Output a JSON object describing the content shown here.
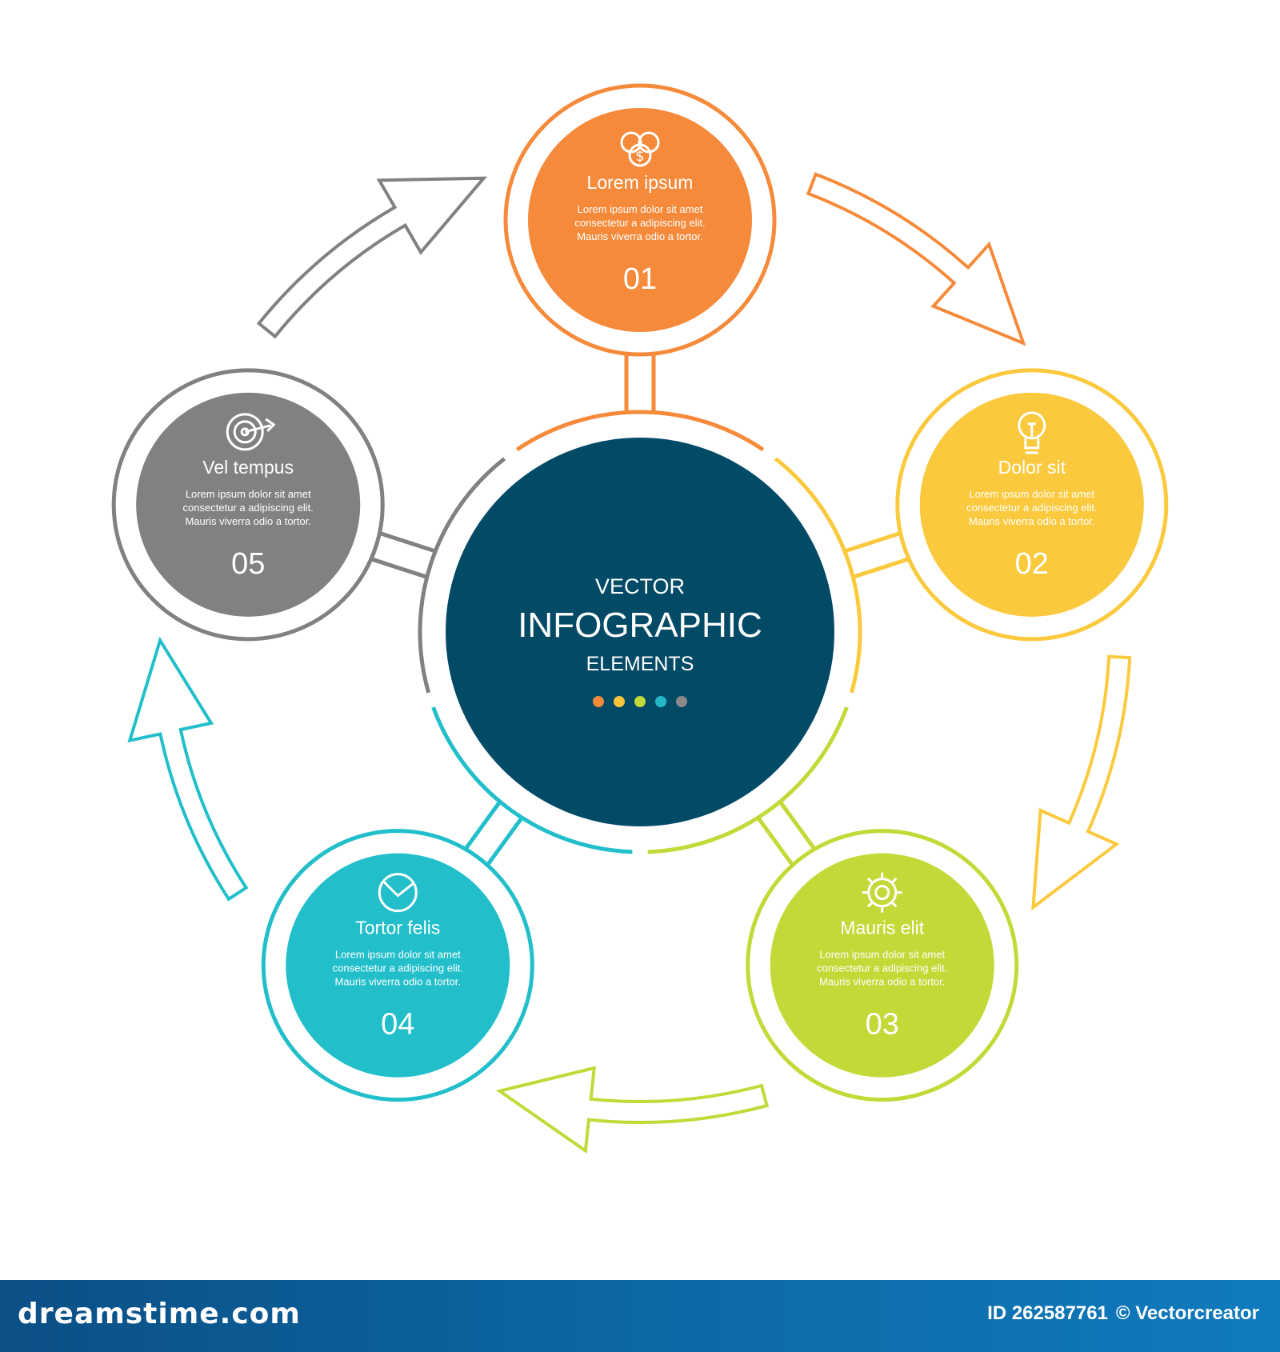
{
  "center": {
    "line1": "VECTOR",
    "line2": "INFOGRAPHIC",
    "line3": "ELEMENTS",
    "bg_color": "#034a66",
    "dot_colors": [
      "#f58a3b",
      "#f9c43c",
      "#c3d938",
      "#22b8c6",
      "#8a8a8a"
    ]
  },
  "steps": [
    {
      "number": "01",
      "title": "Lorem ipsum",
      "body": [
        "Lorem ipsum dolor sit amet",
        "consectetur a adipiscing elit.",
        "Mauris viverra odio a tortor."
      ],
      "color": "#f58a3b",
      "icon": "dollar-coins-icon"
    },
    {
      "number": "02",
      "title": "Dolor sit",
      "body": [
        "Lorem ipsum dolor sit amet",
        "consectetur a adipiscing elit.",
        "Mauris viverra odio a tortor."
      ],
      "color": "#fbc93d",
      "icon": "lightbulb-icon"
    },
    {
      "number": "03",
      "title": "Mauris elit",
      "body": [
        "Lorem ipsum dolor sit amet",
        "consectetur a adipiscing elit.",
        "Mauris viverra odio a tortor."
      ],
      "color": "#c3d938",
      "icon": "gear-icon"
    },
    {
      "number": "04",
      "title": "Tortor felis",
      "body": [
        "Lorem ipsum dolor sit amet",
        "consectetur a adipiscing elit.",
        "Mauris viverra odio a tortor."
      ],
      "color": "#22bfcb",
      "icon": "pie-chart-icon"
    },
    {
      "number": "05",
      "title": "Vel tempus",
      "body": [
        "Lorem ipsum dolor sit amet",
        "consectetur a adipiscing elit.",
        "Mauris viverra odio a tortor."
      ],
      "color": "#818181",
      "icon": "target-icon"
    }
  ],
  "footer": {
    "brand": "dreamstime.com",
    "id_text": "ID 262587761",
    "credit": "© Vectorcreator"
  }
}
